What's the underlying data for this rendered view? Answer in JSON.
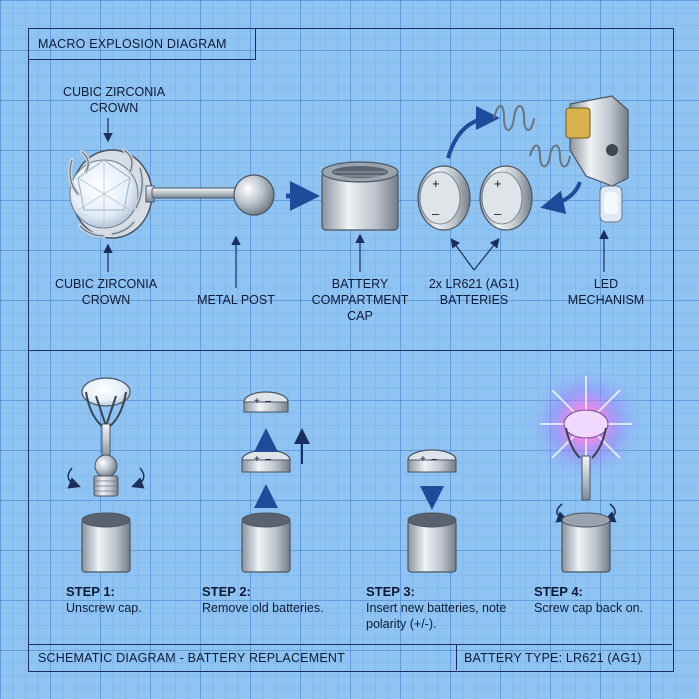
{
  "header": {
    "title": "MACRO EXPLOSION DIAGRAM"
  },
  "labels": {
    "crown_top": "CUBIC ZIRCONIA CROWN",
    "crown_bottom": "CUBIC ZIRCONIA CROWN",
    "metal_post": "METAL POST",
    "battery_cap": "BATTERY COMPARTMENT CAP",
    "batteries": "2x LR621 (AG1) BATTERIES",
    "led": "LED MECHANISM"
  },
  "battery_marks": {
    "plus": "+",
    "minus": "–"
  },
  "steps": [
    {
      "title": "STEP 1:",
      "desc": "Unscrew cap."
    },
    {
      "title": "STEP 2:",
      "desc": "Remove old batteries."
    },
    {
      "title": "STEP 3:",
      "desc": "Insert new batteries, note polarity (+/-)."
    },
    {
      "title": "STEP 4:",
      "desc": "Screw cap back on."
    }
  ],
  "footer": {
    "left": "SCHEMATIC DIAGRAM - BATTERY REPLACEMENT",
    "right": "BATTERY TYPE: LR621 (AG1)"
  },
  "colors": {
    "background": "#8fc4f2",
    "line": "#1a2f5e",
    "metal": "#c7ccd3",
    "led_glow_pink": "#ff4fd8",
    "led_glow_cyan": "#7ff6ff"
  }
}
